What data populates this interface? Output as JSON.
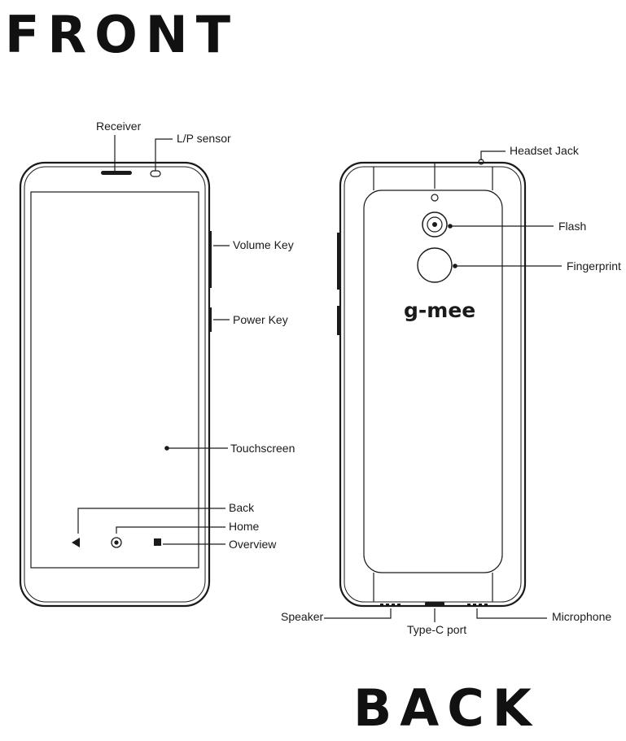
{
  "headings": {
    "front": "FRONT",
    "back": "BACK"
  },
  "front_labels": {
    "receiver": "Receiver",
    "lp_sensor": "L/P sensor",
    "volume_key": "Volume Key",
    "power_key": "Power Key",
    "touchscreen": "Touchscreen",
    "back": "Back",
    "home": "Home",
    "overview": "Overview"
  },
  "back_labels": {
    "headset_jack": "Headset Jack",
    "flash": "Flash",
    "fingerprint": "Fingerprint",
    "brand": "g-mee",
    "speaker": "Speaker",
    "type_c_port": "Type-C port",
    "microphone": "Microphone"
  },
  "colors": {
    "ink": "#1a1a1a",
    "background": "#ffffff"
  }
}
